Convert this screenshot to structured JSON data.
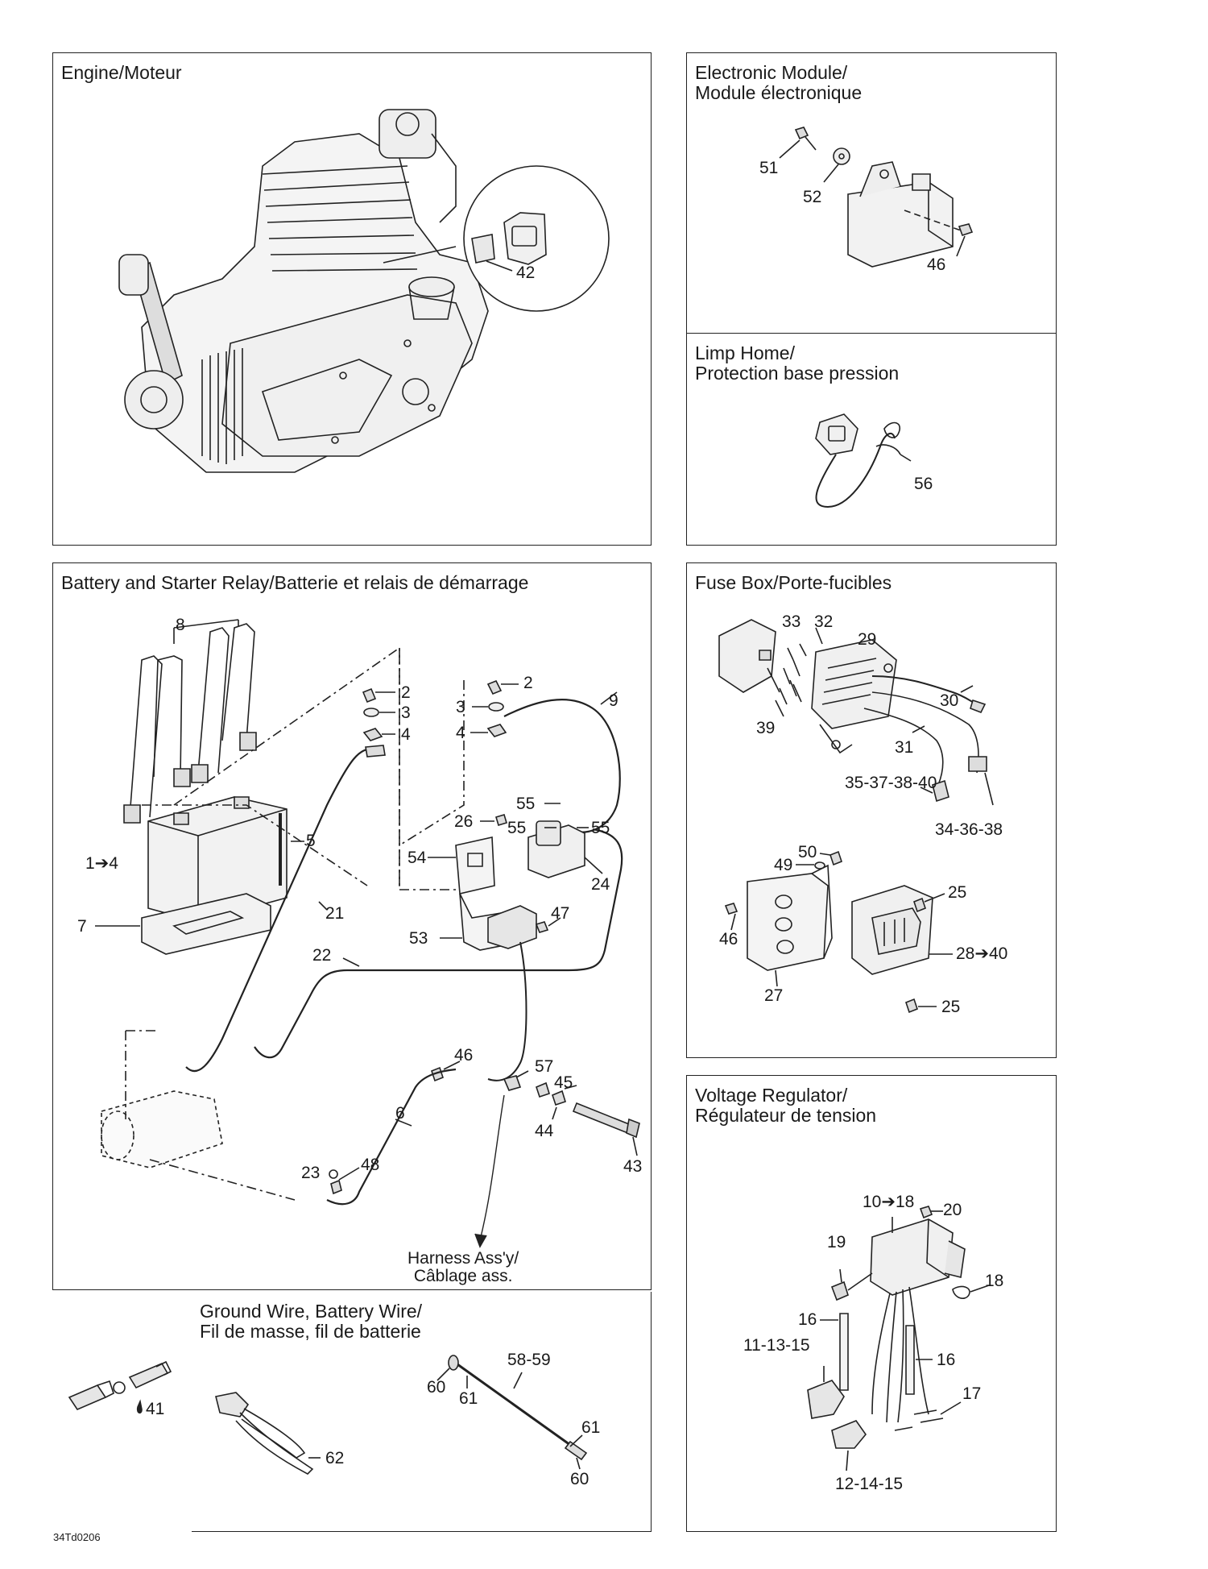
{
  "panels": {
    "engine": {
      "title": "Engine/Moteur",
      "labels": [
        "42"
      ]
    },
    "electronic_module": {
      "title": "Electronic Module/\nModule électronique",
      "labels": [
        "51",
        "52",
        "46"
      ]
    },
    "limp_home": {
      "title": "Limp Home/\nProtection base pression",
      "labels": [
        "56"
      ]
    },
    "battery": {
      "title": "Battery and Starter Relay/Batterie et relais de démarrage",
      "labels": [
        "8",
        "2",
        "3",
        "4",
        "2",
        "9",
        "3",
        "4",
        "5",
        "1➔4",
        "55",
        "55",
        "55",
        "26",
        "54",
        "24",
        "7",
        "21",
        "53",
        "47",
        "22",
        "46",
        "57",
        "45",
        "6",
        "44",
        "23",
        "48",
        "43"
      ],
      "harness": "Harness Ass'y/\nCâblage ass."
    },
    "fuse_box": {
      "title": "Fuse Box/Porte-fucibles",
      "labels": [
        "33",
        "32",
        "29",
        "30",
        "39",
        "31",
        "35-37-38-40",
        "34-36-38",
        "50",
        "49",
        "25",
        "46",
        "28➔40",
        "27",
        "25"
      ]
    },
    "voltage_regulator": {
      "title": "Voltage Regulator/\nRégulateur de tension",
      "labels": [
        "10➔18",
        "20",
        "19",
        "18",
        "16",
        "11-13-15",
        "16",
        "17",
        "12-14-15"
      ]
    },
    "connector": {
      "labels": [
        "41"
      ]
    },
    "ground_wire": {
      "title": "Ground Wire, Battery Wire/\nFil de masse, fil de batterie",
      "labels": [
        "58-59",
        "60",
        "61",
        "61",
        "62",
        "60"
      ]
    }
  },
  "footer": {
    "code": "34Td0206"
  }
}
